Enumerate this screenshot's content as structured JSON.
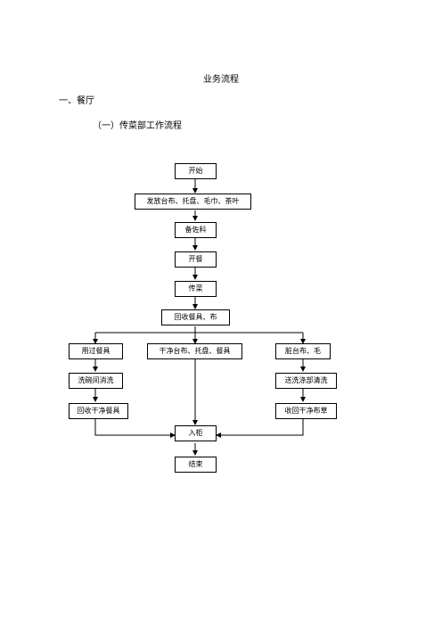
{
  "doc": {
    "title": "业务流程",
    "section": "一、餐厅",
    "subsection": "（一）传菜部工作流程"
  },
  "flow": {
    "start": "开始",
    "distribute": "发放台布、托盘、毛巾、茶叶",
    "prepare": "备佐料",
    "open": "开餐",
    "serve": "传菜",
    "collect": "回收餐具、布",
    "used_dishes": "用过餐具",
    "clean_items": "干净台布、托盘、餐具",
    "dirty_cloth": "脏台布、毛",
    "dishwash_room": "洗碗间消洗",
    "laundry": "送洗涤部清洗",
    "return_dishes": "回收干净餐具",
    "return_cloth": "收回干净布草",
    "store": "入柜",
    "end": "结束"
  }
}
